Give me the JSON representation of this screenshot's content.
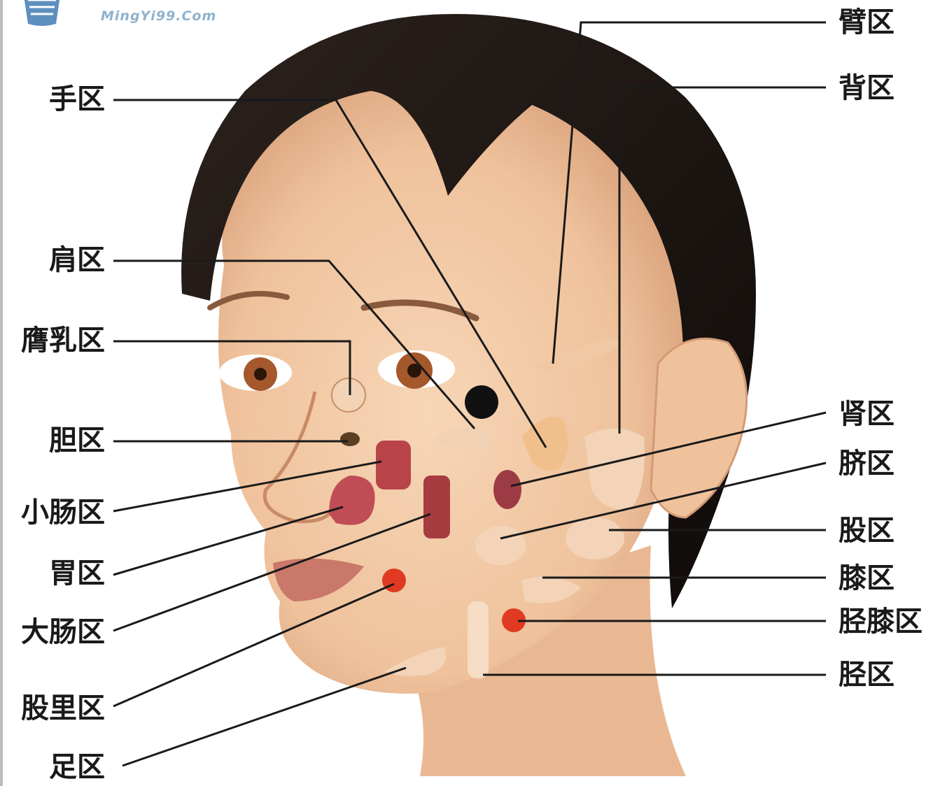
{
  "logo": {
    "url_text": "MingYi99.Com",
    "colors": {
      "mark": "#5d8fbf",
      "text": "#8fb3cf"
    }
  },
  "diagram": {
    "left_labels": [
      {
        "id": "hand",
        "text": "手区"
      },
      {
        "id": "shoulder",
        "text": "肩区"
      },
      {
        "id": "breast",
        "text": "膺乳区"
      },
      {
        "id": "gallbladder",
        "text": "胆区"
      },
      {
        "id": "small-intestine",
        "text": "小肠区"
      },
      {
        "id": "stomach",
        "text": "胃区"
      },
      {
        "id": "large-intestine",
        "text": "大肠区"
      },
      {
        "id": "inner-thigh",
        "text": "股里区"
      },
      {
        "id": "foot",
        "text": "足区"
      }
    ],
    "right_labels": [
      {
        "id": "arm",
        "text": "臂区"
      },
      {
        "id": "back",
        "text": "背区"
      },
      {
        "id": "kidney",
        "text": "肾区"
      },
      {
        "id": "navel",
        "text": "脐区"
      },
      {
        "id": "thigh",
        "text": "股区"
      },
      {
        "id": "knee",
        "text": "膝区"
      },
      {
        "id": "shin-knee",
        "text": "胫膝区"
      },
      {
        "id": "shin",
        "text": "胫区"
      }
    ],
    "colors": {
      "line": "#1a1a1a",
      "skin": "#f2c9a4",
      "skin_shadow": "#d9a07a",
      "hair": "#1b1512",
      "organ_red": "#b8444a",
      "dot_red": "#e03a22",
      "iris": "#a5582b"
    }
  }
}
